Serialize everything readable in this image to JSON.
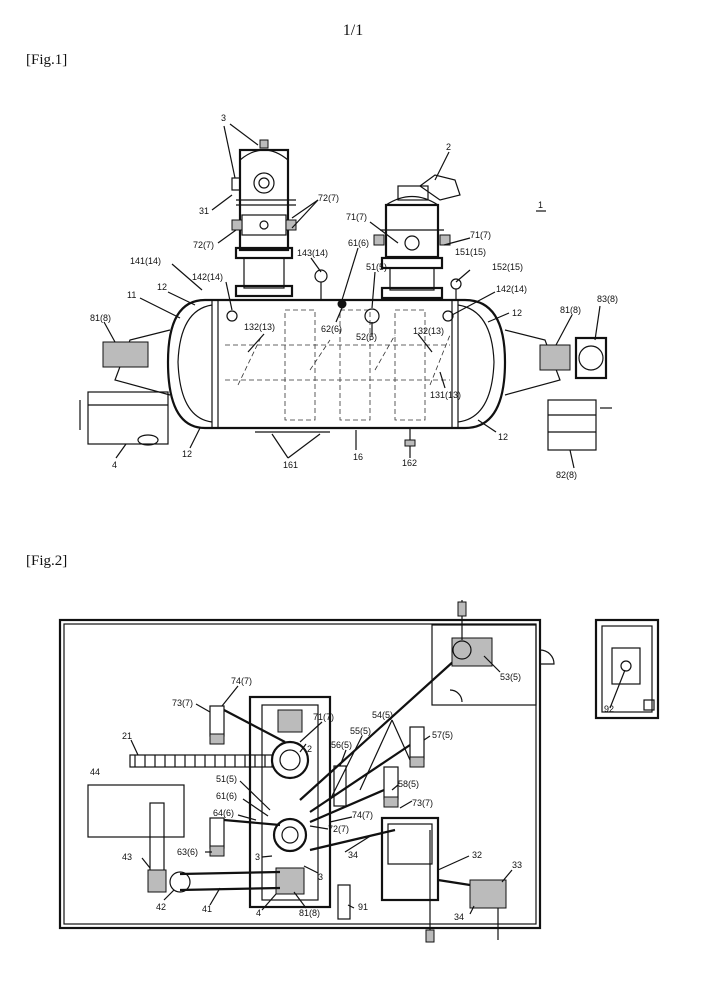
{
  "page_number": "1/1",
  "fig1": {
    "caption": "[Fig.1]",
    "labels": {
      "ref_1": "1",
      "l2": "2",
      "l3": "3",
      "l31": "31",
      "l72a": "72(7)",
      "l72b": "72(7)",
      "l71a": "71(7)",
      "l71b": "71(7)",
      "l61": "61(6)",
      "l51": "51(5)",
      "l151": "151(15)",
      "l152": "152(15)",
      "l141": "141(14)",
      "l143": "143(14)",
      "l142a": "142(14)",
      "l142b": "142(14)",
      "l11": "11",
      "l12a": "12",
      "l12b": "12",
      "l12c": "12",
      "l12d": "12",
      "l81a": "81(8)",
      "l81b": "81(8)",
      "l83": "83(8)",
      "l132a": "132(13)",
      "l132b": "132(13)",
      "l62": "62(6)",
      "l52": "52(5)",
      "l131": "131(13)",
      "l4": "4",
      "l161": "161",
      "l16": "16",
      "l162": "162",
      "l82": "82(8)"
    }
  },
  "fig2": {
    "caption": "[Fig.2]",
    "labels": {
      "l74a": "74(7)",
      "l73a": "73(7)",
      "l71": "71(7)",
      "l2": "2",
      "l21": "21",
      "l55": "55(5)",
      "l54": "54(5)",
      "l56": "56(5)",
      "l57": "57(5)",
      "l53": "53(5)",
      "l92": "92",
      "l44": "44",
      "l51": "51(5)",
      "l61": "61(6)",
      "l64": "64(6)",
      "l58": "58(5)",
      "l73b": "73(7)",
      "l74b": "74(7)",
      "l72": "72(7)",
      "l63": "63(6)",
      "l3a": "3",
      "l3b": "3",
      "l34a": "34",
      "l32": "32",
      "l33": "33",
      "l43": "43",
      "l42": "42",
      "l41": "41",
      "l4": "4",
      "l81": "81(8)",
      "l91": "91",
      "l34b": "34"
    }
  }
}
